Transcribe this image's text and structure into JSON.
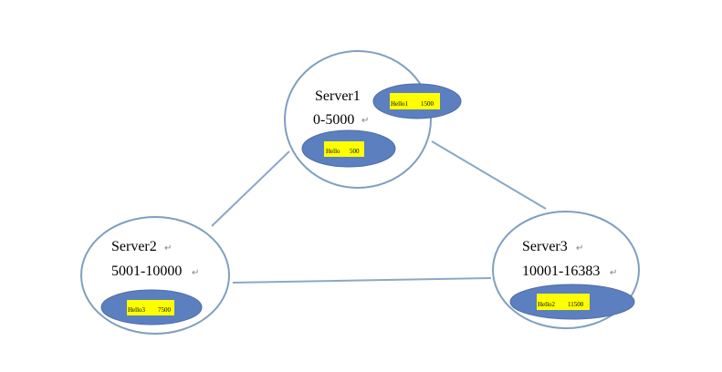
{
  "colors": {
    "node_stroke": "#7f9fc0",
    "edge": "#8aa8c8",
    "key_fill": "#5b7fbf",
    "key_label_bg": "#ffff00"
  },
  "servers": [
    {
      "name": "Server1",
      "range": "0-5000"
    },
    {
      "name": "Server2",
      "range": "5001-10000"
    },
    {
      "name": "Server3",
      "range": "10001-16383"
    }
  ],
  "keys": [
    {
      "name": "Hello1",
      "slot": "1500",
      "server": "Server1"
    },
    {
      "name": "Hello",
      "slot": "500",
      "server": "Server1"
    },
    {
      "name": "Hello3",
      "slot": "7500",
      "server": "Server2"
    },
    {
      "name": "Hello2",
      "slot": "11500",
      "server": "Server3"
    }
  ],
  "paragraph_mark": "↵"
}
